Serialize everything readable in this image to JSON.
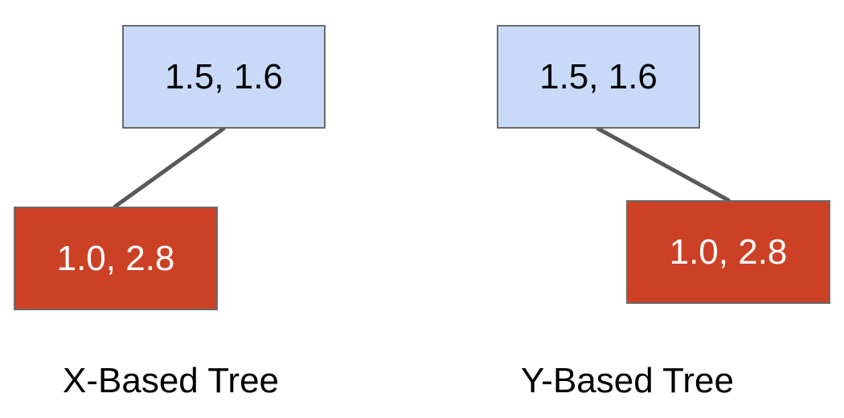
{
  "colors": {
    "root_fill": "#c9daf8",
    "child_fill": "#cc4125",
    "edge": "#595959"
  },
  "trees": [
    {
      "caption": "X-Based Tree",
      "root": {
        "label": "1.5, 1.6"
      },
      "child": {
        "label": "1.0, 2.8",
        "side": "left"
      }
    },
    {
      "caption": "Y-Based Tree",
      "root": {
        "label": "1.5, 1.6"
      },
      "child": {
        "label": "1.0, 2.8",
        "side": "right"
      }
    }
  ]
}
